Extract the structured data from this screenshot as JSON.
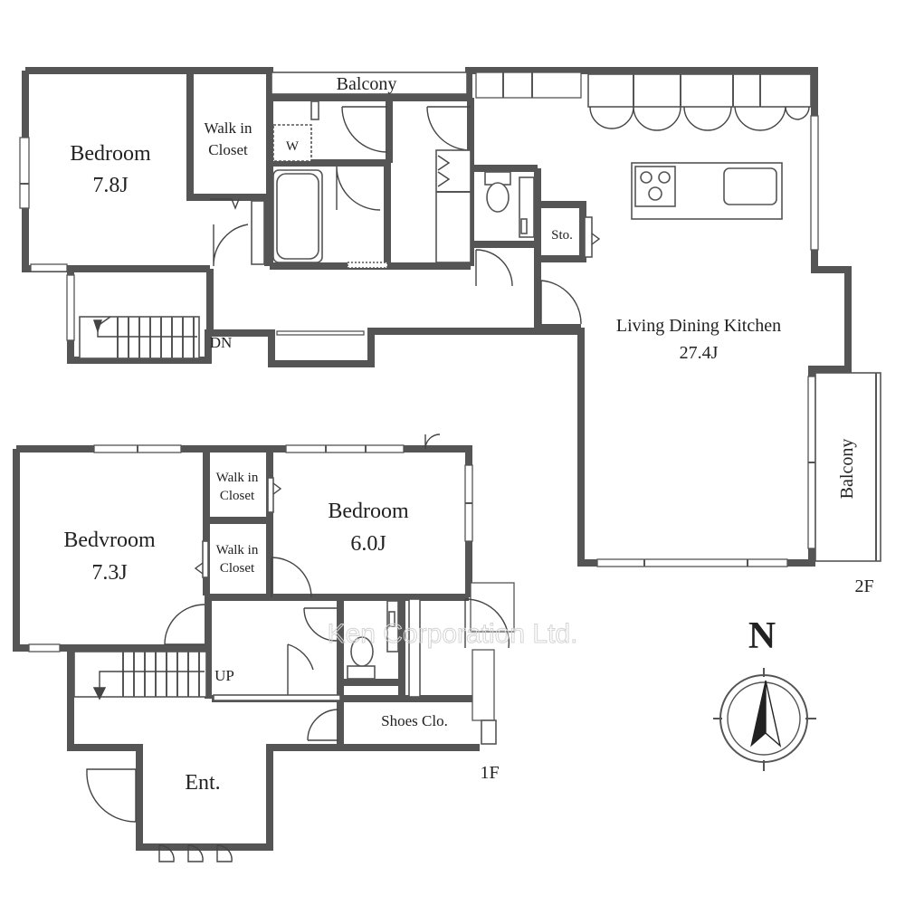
{
  "floors": {
    "upper": {
      "label": "2F",
      "rooms": {
        "bedroom": {
          "name": "Bedroom",
          "size": "7.8J"
        },
        "walk_in_closet": {
          "line1": "Walk in",
          "line2": "Closet"
        },
        "balcony_top": "Balcony",
        "washer": "W",
        "storage": "Sto.",
        "ldk": {
          "name": "Living Dining Kitchen",
          "size": "27.4J"
        },
        "balcony_side": "Balcony",
        "stairs": "DN"
      }
    },
    "lower": {
      "label": "1F",
      "rooms": {
        "bedroom_a": {
          "name": "Bedvroom",
          "size": "7.3J"
        },
        "closet_a": {
          "line1": "Walk in",
          "line2": "Closet"
        },
        "closet_b": {
          "line1": "Walk in",
          "line2": "Closet"
        },
        "bedroom_b": {
          "name": "Bedroom",
          "size": "6.0J"
        },
        "stairs": "UP",
        "shoes": "Shoes Clo.",
        "entrance": "Ent."
      }
    }
  },
  "compass": {
    "north": "N"
  },
  "watermark": "Ken Corporation Ltd.",
  "colors": {
    "wall": "#555555",
    "text": "#222222",
    "background": "#ffffff"
  }
}
